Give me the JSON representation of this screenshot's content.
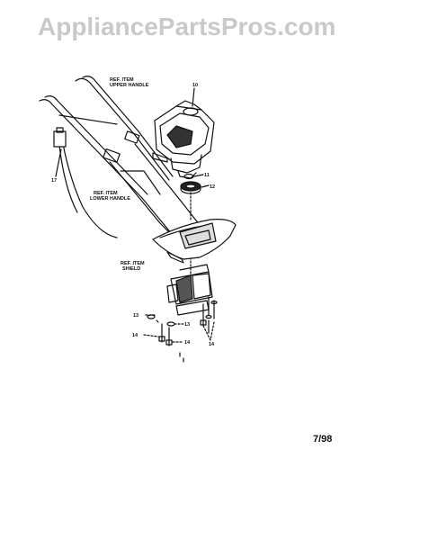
{
  "watermark": "AppliancePartsPros.com",
  "labels": {
    "upper_handle_1": "REF. ITEM",
    "upper_handle_2": "UPPER HANDLE",
    "lower_handle_1": "REF. ITEM",
    "lower_handle_2": "LOWER HANDLE",
    "shield_1": "REF. ITEM",
    "shield_2": "SHIELD"
  },
  "parts": {
    "engine": "10",
    "washer_top": "11",
    "clutch": "12",
    "switch": "17",
    "washer_left": "13",
    "bolt_left": "14",
    "washer_mid": "13",
    "bolt_mid": "14",
    "bolt_right": "14"
  },
  "date_code": "7/98",
  "colors": {
    "ink": "#111111",
    "watermark": "#c9c9c9",
    "background": "#ffffff"
  }
}
